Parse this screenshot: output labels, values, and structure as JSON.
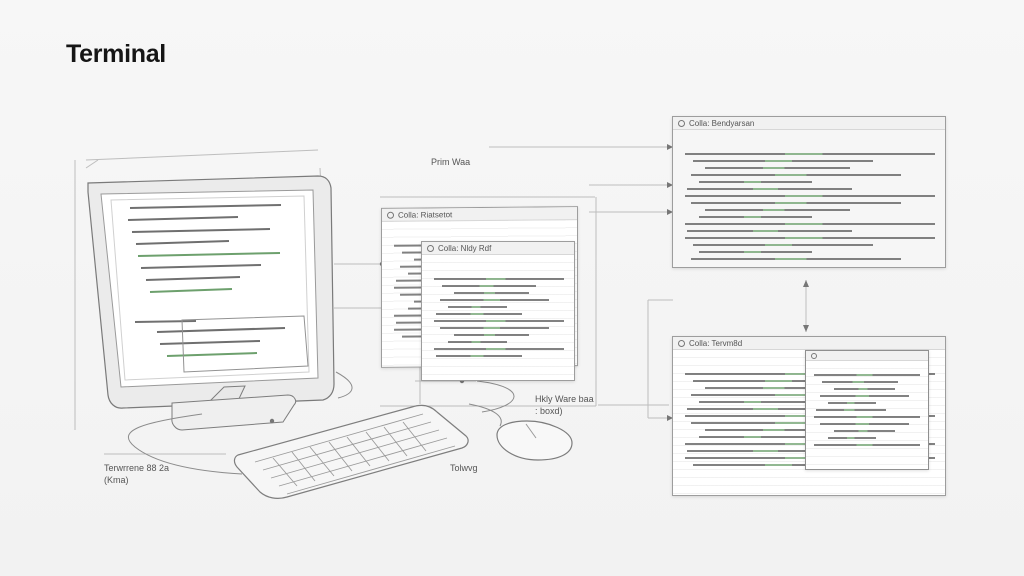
{
  "title": "Terminal",
  "labels": {
    "prim_label": "Prim Waa",
    "center_label": "Hkly Ware baa\n: boxd)",
    "left_label": "Terwrrene 88 2a\n(Kma)",
    "bottom_label": "Tolwvg"
  },
  "windows": {
    "monitor_title": "Coll: Bmma",
    "win_mid_1": "Colla: Riatsetot",
    "win_mid_2": "Colla: Nldy Rdf",
    "win_right_top": "Colla: Bendyarsan",
    "win_right_bottom": "Colla: Tervm8d"
  },
  "colors": {
    "accent_green": "#6da06d",
    "line_gray": "#6f6f6f"
  }
}
